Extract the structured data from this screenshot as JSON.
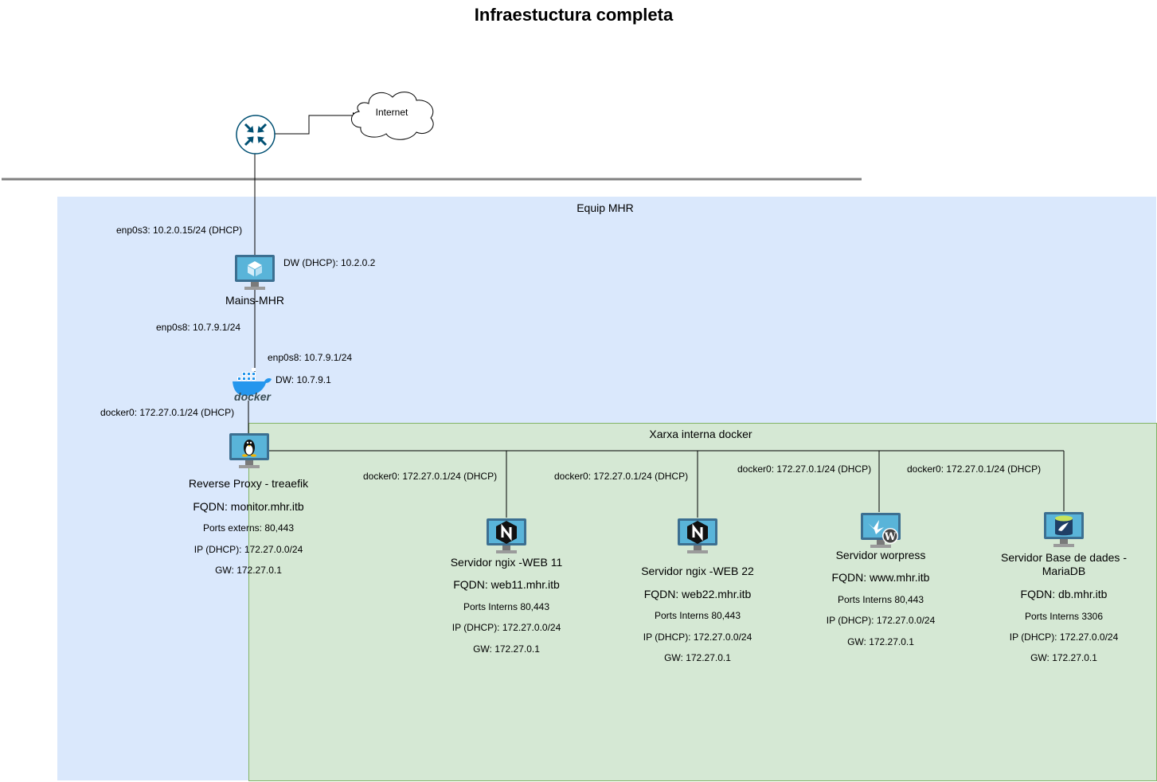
{
  "diagram": {
    "title": "Infraestuctura completa",
    "internet": "Internet",
    "zones": {
      "host": "Equip MHR",
      "docker_net": "Xarxa interna docker"
    },
    "host_node": {
      "name": "Mains-MHR",
      "if_top": "enp0s3: 10.2.0.15/24 (DHCP)",
      "gw": "DW (DHCP): 10.2.0.2",
      "if_bottom": "enp0s8: 10.7.9.1/24"
    },
    "docker_node": {
      "iface": "enp0s8: 10.7.9.1/24",
      "gw": "DW: 10.7.9.1",
      "bridge": "docker0: 172.27.0.1/24 (DHCP)"
    },
    "proxy": {
      "name": "Reverse Proxy - treaefik",
      "fqdn": "FQDN: monitor.mhr.itb",
      "ports": "Ports externs: 80,443",
      "ip": "IP (DHCP): 172.27.0.0/24",
      "gw": "GW: 172.27.0.1"
    },
    "links": [
      "docker0: 172.27.0.1/24 (DHCP)",
      "docker0: 172.27.0.1/24 (DHCP)",
      "docker0: 172.27.0.1/24 (DHCP)",
      "docker0: 172.27.0.1/24 (DHCP)"
    ],
    "web11": {
      "name": "Servidor ngix -WEB 11",
      "fqdn": "FQDN: web11.mhr.itb",
      "ports": "Ports Interns  80,443",
      "ip": "IP (DHCP): 172.27.0.0/24",
      "gw": "GW: 172.27.0.1"
    },
    "web22": {
      "name": "Servidor ngix -WEB 22",
      "fqdn": "FQDN: web22.mhr.itb",
      "ports": "Ports Interns  80,443",
      "ip": "IP (DHCP): 172.27.0.0/24",
      "gw": "GW: 172.27.0.1"
    },
    "wordpress": {
      "name": "Servidor worpress",
      "fqdn": "FQDN: www.mhr.itb",
      "ports": "Ports Interns  80,443",
      "ip": "IP (DHCP): 172.27.0.0/24",
      "gw": "GW: 172.27.0.1"
    },
    "database": {
      "name_line1": "Servidor Base de dades -",
      "name_line2": "MariaDB",
      "fqdn": "FQDN: db.mhr.itb",
      "ports": "Ports Interns 3306",
      "ip": "IP (DHCP): 172.27.0.0/24",
      "gw": "GW: 172.27.0.1"
    },
    "docker_logo_text": "docker",
    "colors": {
      "zone_host": "#dae8fc",
      "zone_docker": "#d5e8d4",
      "router": "#005073",
      "monitor": "#3c6f91",
      "screen": "#59b4d9"
    }
  }
}
